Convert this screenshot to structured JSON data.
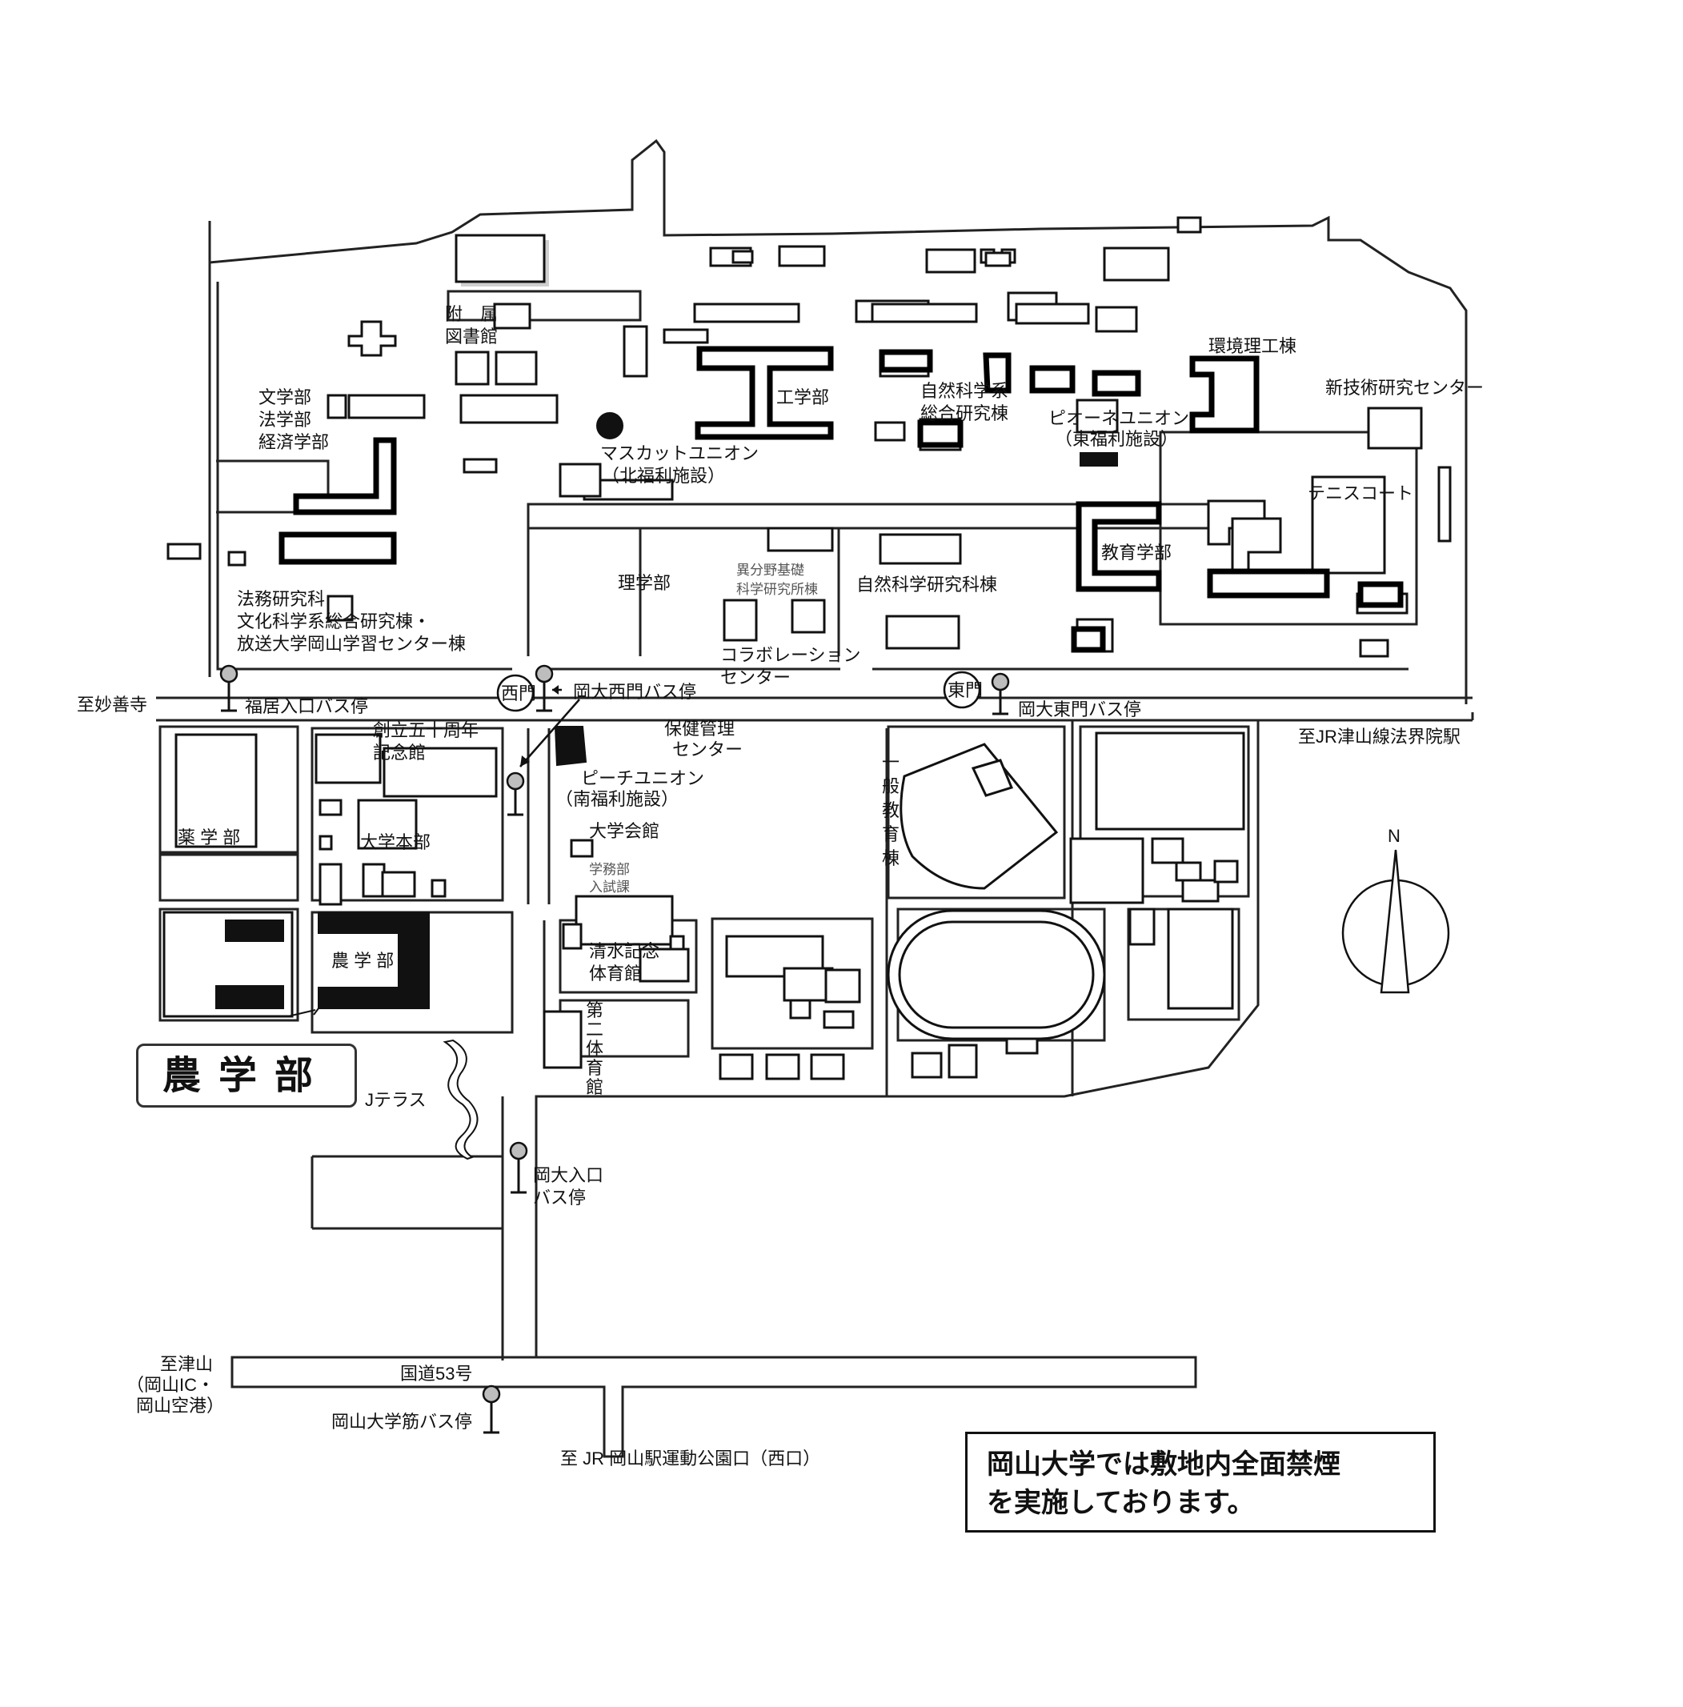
{
  "map": {
    "title_box": "農学部",
    "notice": [
      "岡山大学では敷地内全面禁煙",
      "を実施しております。"
    ],
    "compass": "N",
    "directions": {
      "myozenji": "至妙善寺",
      "hoin": "至JR津山線法界院駅",
      "tsuyama": [
        "至津山",
        "（岡山IC・",
        "岡山空港）"
      ],
      "okayama_station": "至 JR 岡山駅運動公園口（西口）"
    },
    "road_label": "国道53号",
    "gates": {
      "west": "西門",
      "east": "東門"
    },
    "bus_stops": {
      "fukui": "福居入口バス停",
      "nishimon": "岡大西門バス停",
      "higashimon": "岡大東門バス停",
      "iriguchi": [
        "岡大入口",
        "バス停"
      ],
      "suji": "岡山大学筋バス停"
    },
    "buildings": {
      "library": [
        "附　属",
        "図書館"
      ],
      "humanities": [
        "文学部",
        "法学部",
        "経済学部"
      ],
      "engineering": "工学部",
      "muscat": [
        "マスカットユニオン",
        "（北福利施設）"
      ],
      "natsci_sogo": [
        "自然科学系",
        "総合研究棟"
      ],
      "pione": [
        "ピオーネユニオン",
        "（東福利施設）"
      ],
      "env_eng": "環境理工棟",
      "new_tech": "新技術研究センター",
      "tennis": "テニスコート",
      "science": "理学部",
      "ibunya": [
        "異分野基礎",
        "科学研究所棟"
      ],
      "natsci_lab": "自然科学研究科棟",
      "education": "教育学部",
      "law_school": [
        "法務研究科",
        "文化科学系総合研究棟・",
        "放送大学岡山学習センター棟"
      ],
      "collab": [
        "コラボレーション",
        "センター"
      ],
      "health": [
        "保健管理",
        "センター"
      ],
      "general_ed": [
        "一",
        "般",
        "教",
        "育",
        "棟"
      ],
      "founding": [
        "創立五十周年",
        "記念館"
      ],
      "peach": [
        "ピーチユニオン",
        "（南福利施設）"
      ],
      "hall": "大学会館",
      "pharmacy": "薬 学 部",
      "hq": "大学本部",
      "student_affairs": [
        "学務部",
        "入試課"
      ],
      "agriculture": "農 学 部",
      "shimizu_gym": [
        "清水記念",
        "体育館"
      ],
      "second_gym": [
        "第",
        "二",
        "体",
        "育",
        "館"
      ],
      "jterrace": "Jテラス"
    }
  }
}
